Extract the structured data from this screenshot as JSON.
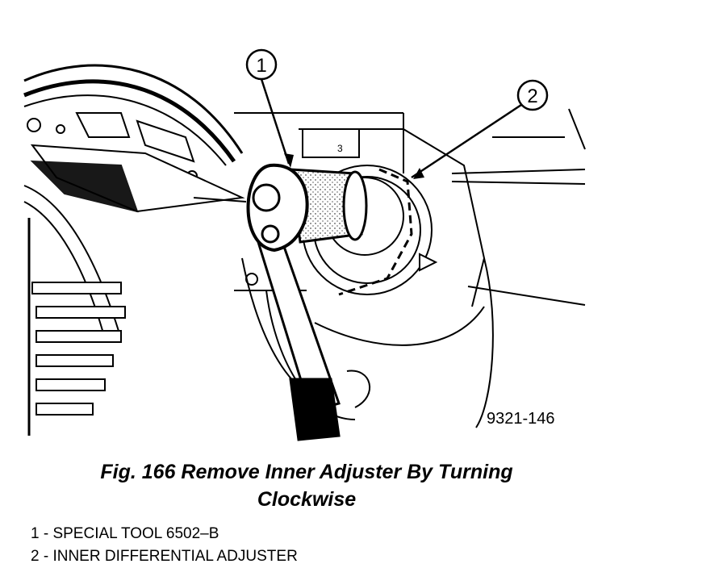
{
  "callouts": [
    {
      "number": "1"
    },
    {
      "number": "2"
    }
  ],
  "figure_code": "9321-146",
  "caption": {
    "line1": "Fig. 166 Remove Inner Adjuster By Turning",
    "line2": "Clockwise"
  },
  "legend": [
    "1 - SPECIAL TOOL 6502–B",
    "2 - INNER DIFFERENTIAL ADJUSTER"
  ]
}
